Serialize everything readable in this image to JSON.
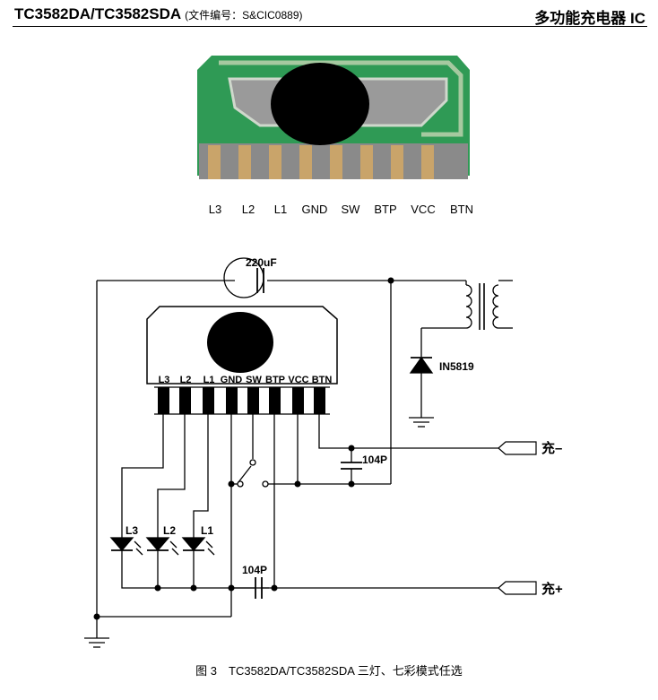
{
  "header": {
    "title": "TC3582DA/TC3582SDA",
    "doc_number": "(文件编号：S&CIC0889)",
    "right_title": "多功能充电器 IC"
  },
  "package_pins": [
    "L3",
    "L2",
    "L1",
    "GND",
    "SW",
    "BTP",
    "VCC",
    "BTN"
  ],
  "schematic": {
    "chip_pins": [
      "L3",
      "L2",
      "L1",
      "GND",
      "SW",
      "BTP",
      "VCC",
      "BTN"
    ],
    "cap_top": "220uF",
    "cap_mid": "104P",
    "cap_bottom": "104P",
    "diode": "IN5819",
    "leds": [
      "L3",
      "L2",
      "L1"
    ],
    "charge_minus": "充–",
    "charge_plus": "充+"
  },
  "caption": "图 3　TC3582DA/TC3582SDA 三灯、七彩模式任选",
  "colors": {
    "pcb_green": "#2f9a55",
    "pcb_gray": "#8a8a8a",
    "gold": "#c9a46a"
  }
}
